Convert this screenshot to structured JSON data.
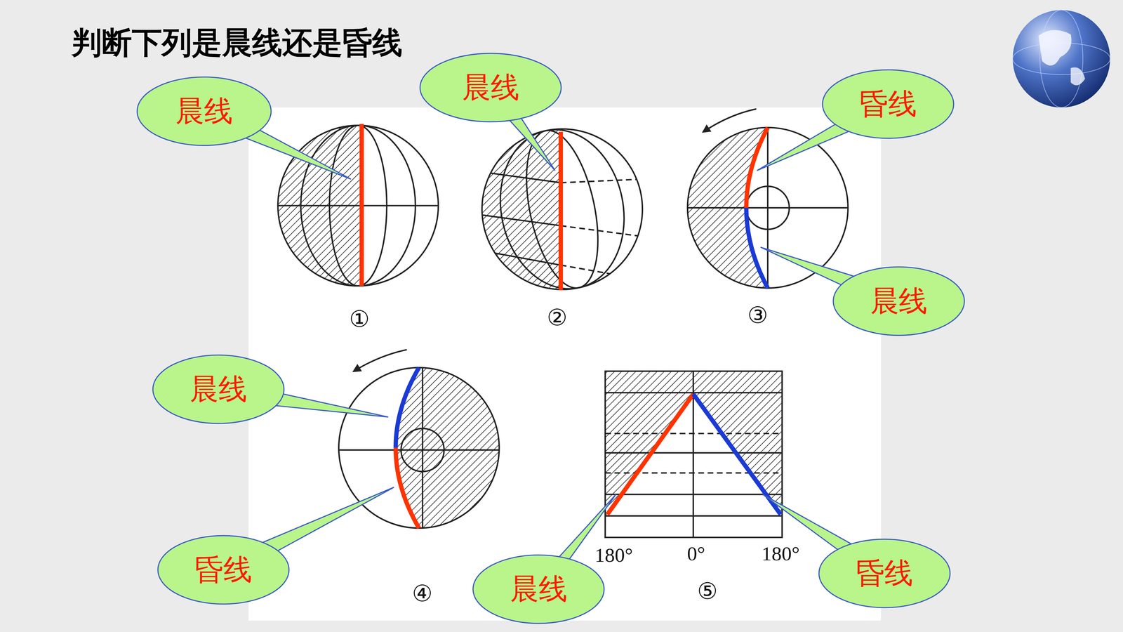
{
  "diagram": {
    "title": "判断下列是晨线还是昏线",
    "nodes": [
      {
        "text": [
          "晨线"
        ]
      },
      {
        "text": [
          "晨线"
        ]
      },
      {
        "text": [
          "昏线"
        ]
      },
      {
        "text": [
          "晨线"
        ]
      },
      {
        "text": [
          "晨线"
        ]
      },
      {
        "text": [
          "昏线"
        ]
      },
      {
        "text": [
          "晨线"
        ]
      },
      {
        "text": [
          "昏线"
        ]
      }
    ],
    "labels": [
      "①",
      "②",
      "③",
      "④",
      "⑤",
      "180°",
      "0°",
      "180°"
    ]
  }
}
